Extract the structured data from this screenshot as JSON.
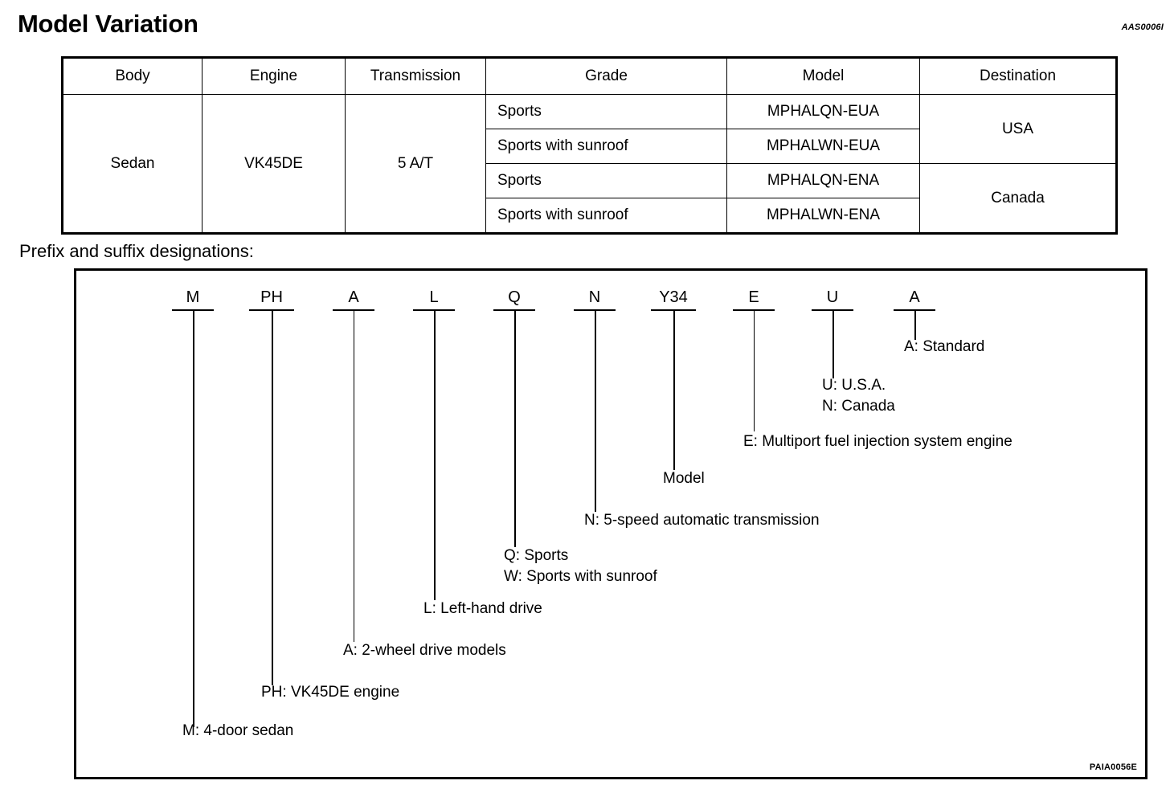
{
  "header": {
    "title": "Model Variation",
    "reference_code": "AAS0006I"
  },
  "spec_table": {
    "columns": [
      "Body",
      "Engine",
      "Transmission",
      "Grade",
      "Model",
      "Destination"
    ],
    "body": "Sedan",
    "engine": "VK45DE",
    "transmission": "5 A/T",
    "rows": [
      {
        "grade": "Sports",
        "model": "MPHALQN-EUA",
        "destination": "USA"
      },
      {
        "grade": "Sports with sunroof",
        "model": "MPHALWN-EUA",
        "destination": "USA"
      },
      {
        "grade": "Sports",
        "model": "MPHALQN-ENA",
        "destination": "Canada"
      },
      {
        "grade": "Sports with sunroof",
        "model": "MPHALWN-ENA",
        "destination": "Canada"
      }
    ],
    "destinations": [
      "USA",
      "Canada"
    ]
  },
  "prefix_section": {
    "caption": "Prefix and suffix designations:",
    "figure_code": "PAIA0056E",
    "code_tokens": [
      "M",
      "PH",
      "A",
      "L",
      "Q",
      "N",
      "Y34",
      "E",
      "U",
      "A"
    ],
    "descriptions": [
      "M: 4-door sedan",
      "PH: VK45DE engine",
      "A: 2-wheel drive models",
      "L: Left-hand drive",
      "Q: Sports",
      "W: Sports with sunroof",
      "N: 5-speed automatic transmission",
      "Model",
      "E: Multiport fuel injection system engine",
      "U: U.S.A.",
      "N: Canada",
      "A: Standard"
    ]
  }
}
